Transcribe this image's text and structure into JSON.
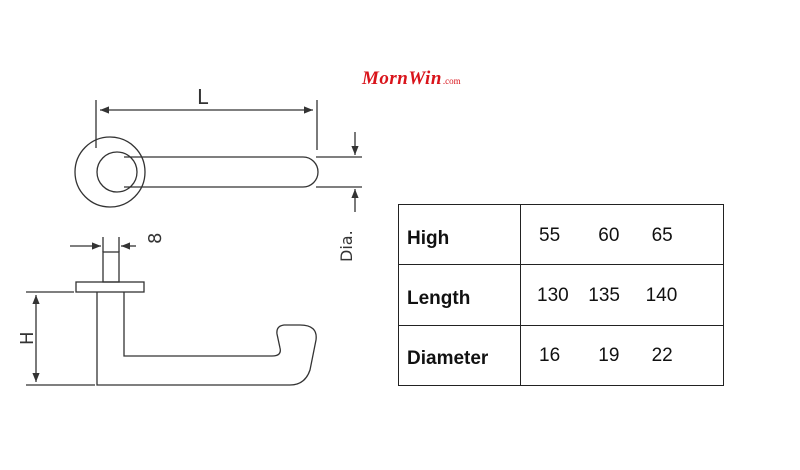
{
  "brand": {
    "name": "MornWin",
    "suffix": ".com",
    "color": "#d9141b"
  },
  "diagram": {
    "dimension_labels": {
      "length": "L",
      "diameter": "Dia.",
      "shaft": "8",
      "height": "H"
    }
  },
  "spec_table": {
    "rows": [
      {
        "label": "High",
        "values": [
          "55",
          "60",
          "65"
        ]
      },
      {
        "label": "Length",
        "values": [
          "130",
          "135",
          "140"
        ]
      },
      {
        "label": "Diameter",
        "values": [
          "16",
          "19",
          "22"
        ]
      }
    ]
  }
}
